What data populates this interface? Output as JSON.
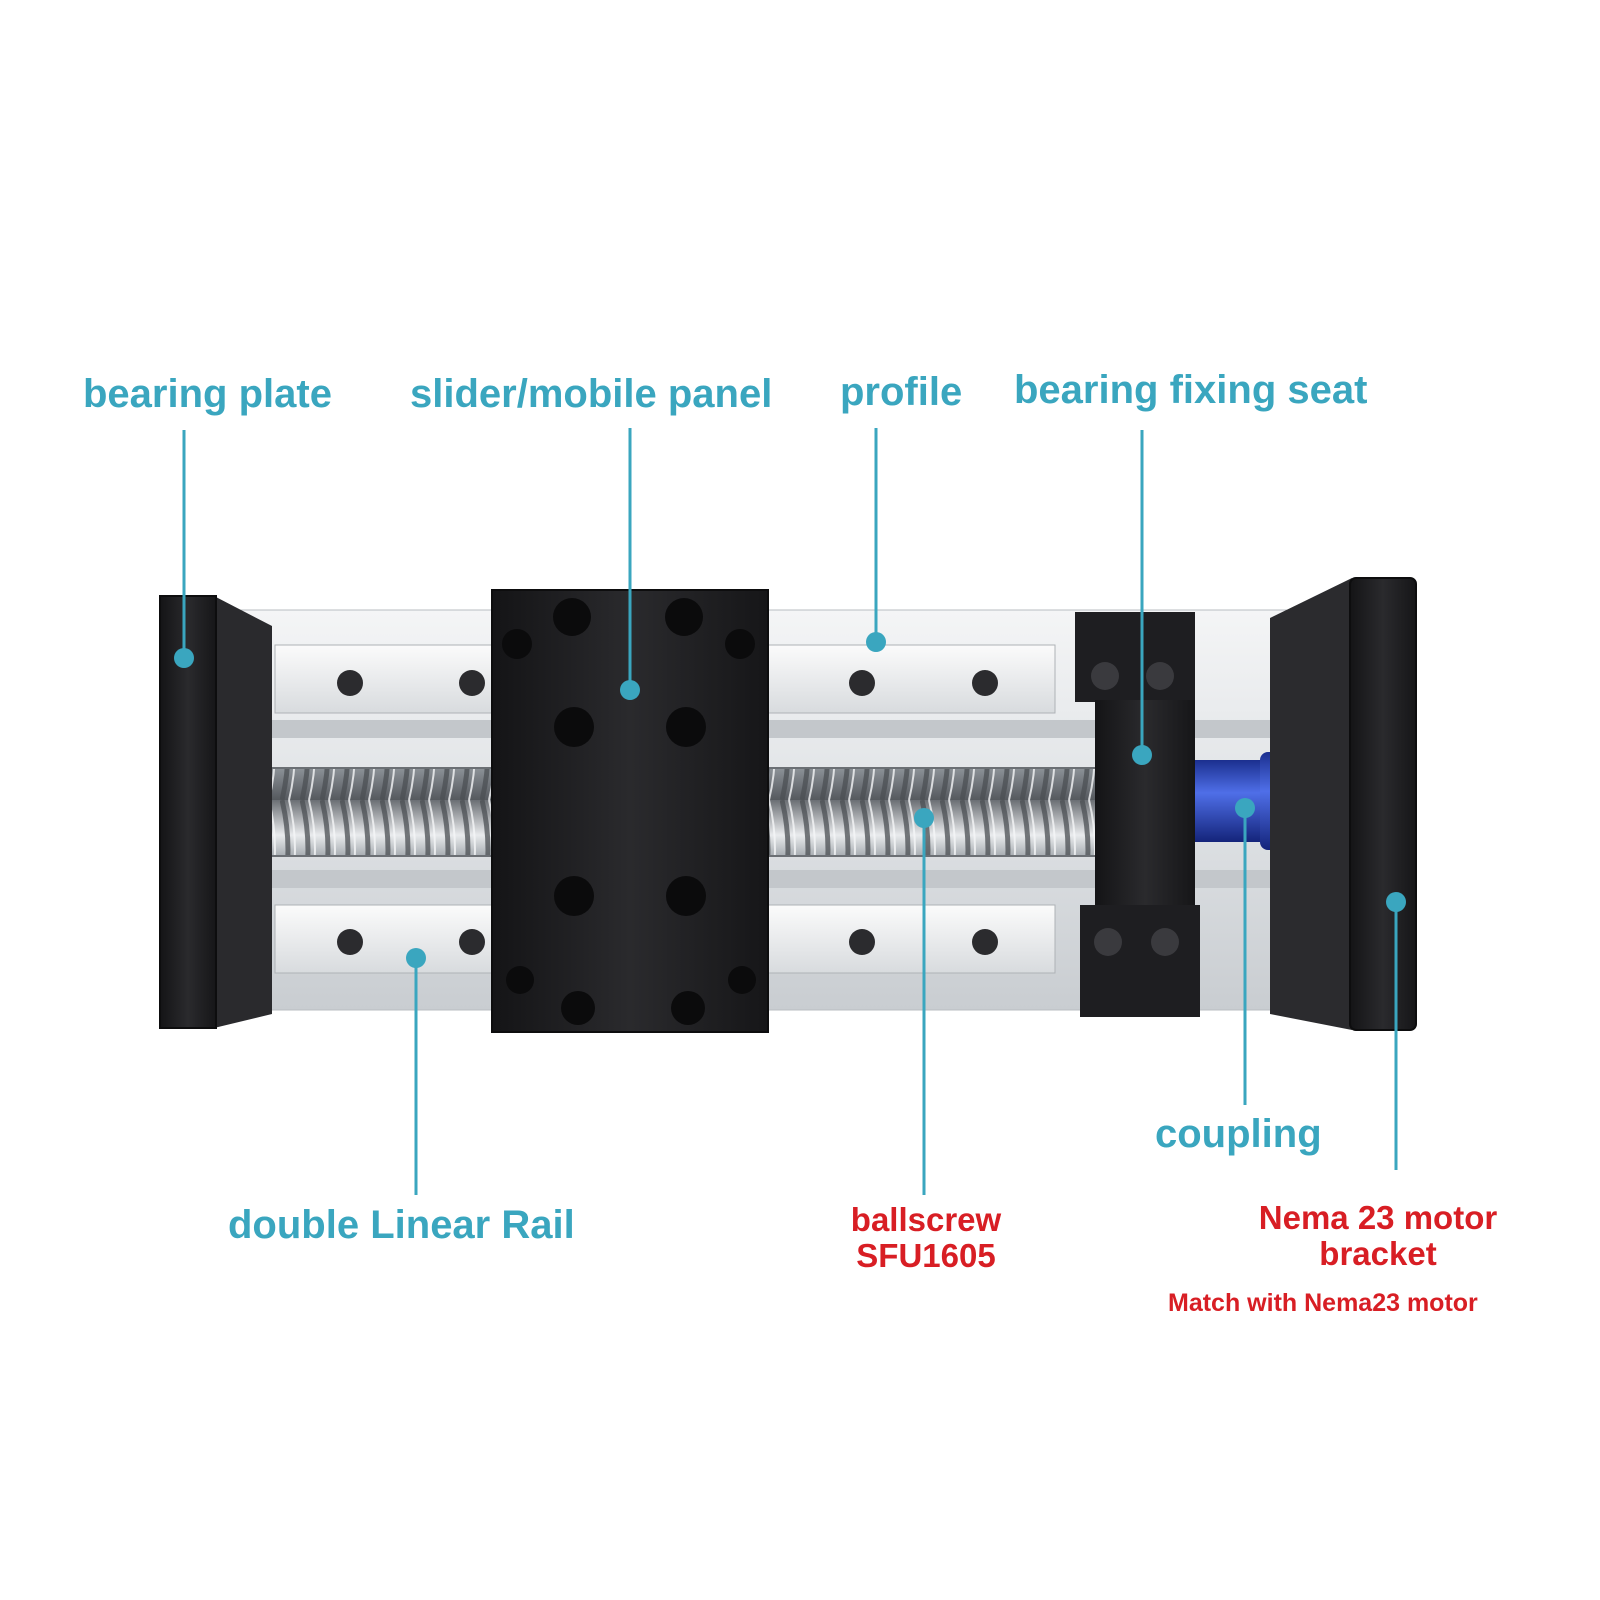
{
  "labels": {
    "bearing_plate": "bearing plate",
    "slider_mobile_panel": "slider/mobile panel",
    "profile": "profile",
    "bearing_fixing_seat": "bearing fixing seat",
    "coupling": "coupling",
    "double_linear_rail": "double Linear Rail",
    "ballscrew_line1": "ballscrew",
    "ballscrew_line2": "SFU1605",
    "motor_bracket_line1": "Nema 23 motor",
    "motor_bracket_line2": "bracket",
    "motor_note": "Match with Nema23 motor"
  },
  "colors": {
    "callout": "#3aa6bf",
    "highlight": "#d81e24",
    "anodized_black": "#1c1c1e",
    "aluminum": "#e6e8ea",
    "coupling_blue": "#2f4fc9"
  }
}
